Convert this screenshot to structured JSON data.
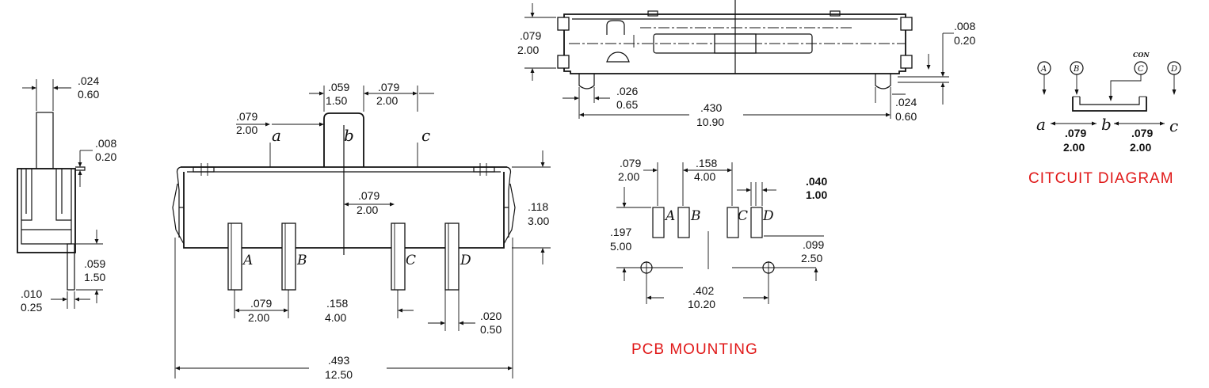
{
  "side_view": {
    "d1": ".024",
    "d1m": "0.60",
    "d2": ".008",
    "d2m": "0.20",
    "d3": ".059",
    "d3m": "1.50",
    "d4": ".010",
    "d4m": "0.25"
  },
  "front_view": {
    "d_top_left": ".079",
    "d_top_left_m": "2.00",
    "d_b_w": ".059",
    "d_b_w_m": "1.50",
    "d_b_c": ".079",
    "d_b_c_m": "2.00",
    "d_mid": ".079",
    "d_mid_m": "2.00",
    "d_h": ".118",
    "d_h_m": "3.00",
    "d_ab": ".079",
    "d_ab_m": "2.00",
    "d_bc": ".158",
    "d_bc_m": "4.00",
    "d_pin": ".020",
    "d_pin_m": "0.50",
    "d_total": ".493",
    "d_total_m": "12.50",
    "labels": {
      "a": "a",
      "b": "b",
      "c": "c",
      "A": "A",
      "B": "B",
      "C": "C",
      "D": "D"
    }
  },
  "top_view": {
    "d_h": ".079",
    "d_h_m": "2.00",
    "d_r": ".008",
    "d_r_m": "0.20",
    "d_l": ".026",
    "d_l_m": "0.65",
    "d_w": ".430",
    "d_w_m": "10.90",
    "d_rr": ".024",
    "d_rr_m": "0.60"
  },
  "pcb": {
    "d1": ".079",
    "d1m": "2.00",
    "d2": ".158",
    "d2m": "4.00",
    "d3": ".040",
    "d3m": "1.00",
    "d4": ".197",
    "d4m": "5.00",
    "d5": ".099",
    "d5m": "2.50",
    "d6": ".402",
    "d6m": "10.20",
    "labels": {
      "A": "A",
      "B": "B",
      "C": "C",
      "D": "D"
    },
    "title": "PCB  MOUNTING"
  },
  "circuit": {
    "pins": [
      "A",
      "B",
      "C",
      "D"
    ],
    "con": "CON",
    "a": "a",
    "b": "b",
    "c": "c",
    "d1": ".079",
    "d1m": "2.00",
    "d2": ".079",
    "d2m": "2.00",
    "title": "CITCUIT  DIAGRAM"
  },
  "colors": {
    "ink": "#111111",
    "title_red": "#e01818"
  }
}
